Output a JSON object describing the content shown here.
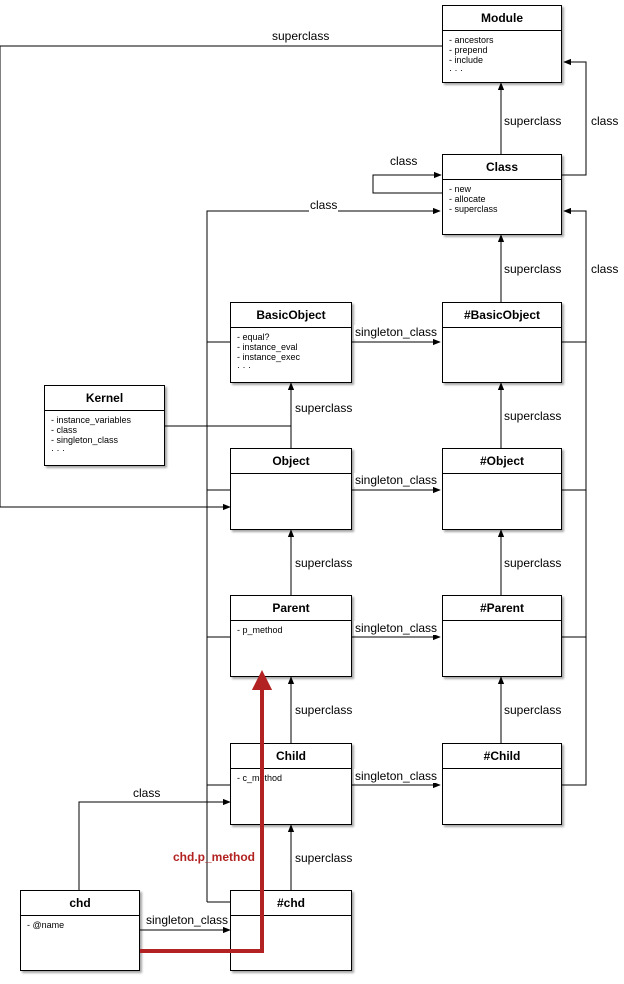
{
  "classes": {
    "module": {
      "title": "Module",
      "members": [
        "- ancestors",
        "- prepend",
        "- include",
        "·  ·  ·"
      ]
    },
    "class": {
      "title": "Class",
      "members": [
        "- new",
        "- allocate",
        "- superclass"
      ]
    },
    "basicobject": {
      "title": "BasicObject",
      "members": [
        "- equal?",
        "- instance_eval",
        "- instance_exec",
        "·  ·  ·"
      ]
    },
    "s_basicobject": {
      "title": "#BasicObject",
      "members": []
    },
    "kernel": {
      "title": "Kernel",
      "members": [
        "- instance_variables",
        "- class",
        "- singleton_class",
        "·  ·  ·"
      ]
    },
    "object": {
      "title": "Object",
      "members": []
    },
    "s_object": {
      "title": "#Object",
      "members": []
    },
    "parent": {
      "title": "Parent",
      "members": [
        "- p_method"
      ]
    },
    "s_parent": {
      "title": "#Parent",
      "members": []
    },
    "child": {
      "title": "Child",
      "members": [
        "- c_method"
      ]
    },
    "s_child": {
      "title": "#Child",
      "members": []
    },
    "chd": {
      "title": "chd",
      "members": [
        "- @name"
      ]
    },
    "s_chd": {
      "title": "#chd",
      "members": []
    }
  },
  "labels": {
    "superclass": "superclass",
    "class": "class",
    "singleton_class": "singleton_class",
    "method_call": "chd.p_method"
  },
  "colors": {
    "line": "#000000",
    "highlight": "#b22222"
  }
}
